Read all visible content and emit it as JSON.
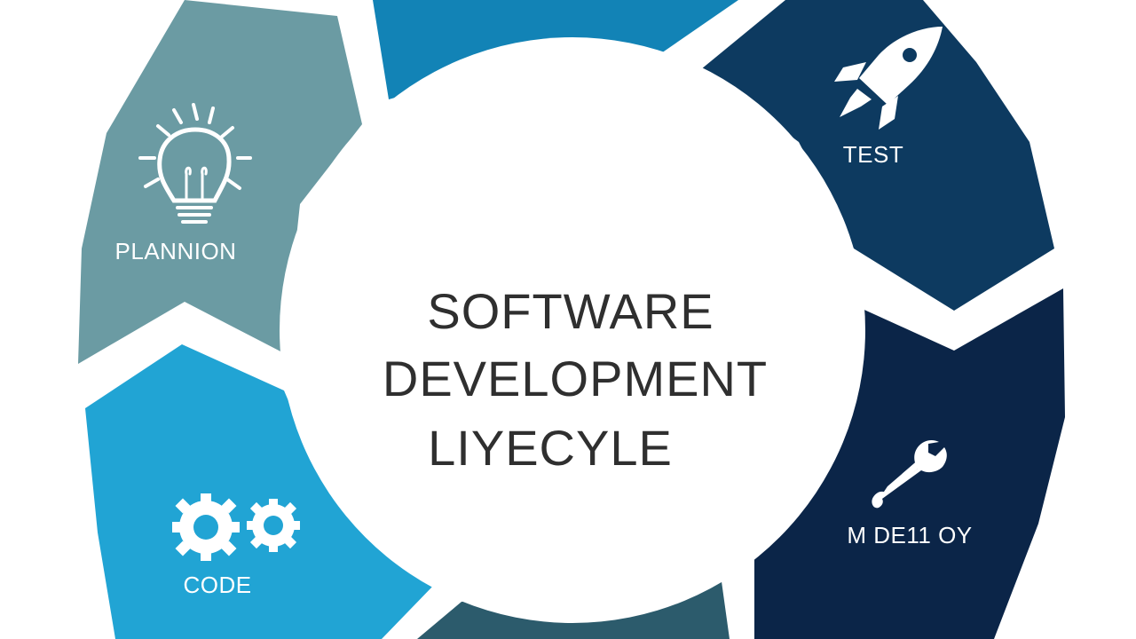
{
  "title": {
    "line1": "SOFTWARE",
    "line2": "DEVELOPMENT",
    "line3": "LIYECYLE"
  },
  "segments": [
    {
      "id": "planning",
      "label": "PLANNION",
      "color": "#6b9ba3",
      "icon": "lightbulb-icon"
    },
    {
      "id": "top",
      "label": "",
      "color": "#1283b6",
      "icon": ""
    },
    {
      "id": "test",
      "label": "TEST",
      "color": "#0d3a60",
      "icon": "rocket-icon"
    },
    {
      "id": "deploy",
      "label": "M DE11 OY",
      "color": "#0b2548",
      "icon": "wrench-icon"
    },
    {
      "id": "bottom",
      "label": "",
      "color": "#2c5b6c",
      "icon": ""
    },
    {
      "id": "code",
      "label": "CODE",
      "color": "#21a4d4",
      "icon": "gears-icon"
    }
  ],
  "colors": {
    "background": "#ffffff",
    "center": "#ffffff",
    "title_text": "#2f2f2f",
    "label_text": "#ffffff"
  }
}
